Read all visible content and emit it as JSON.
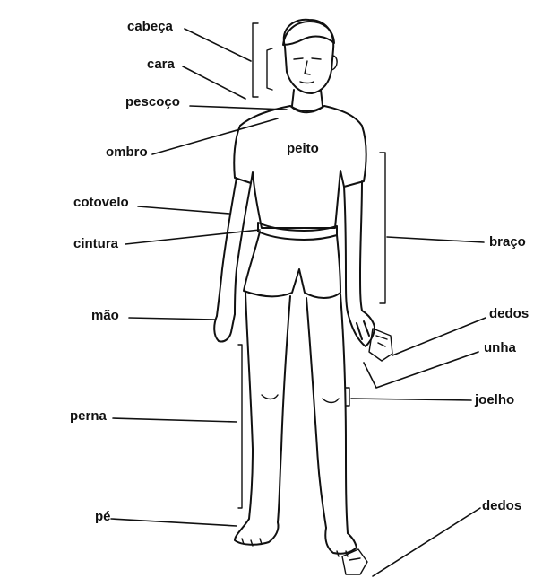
{
  "labels": {
    "cabeca": "cabeça",
    "cara": "cara",
    "pescoco": "pescoço",
    "ombro": "ombro",
    "peito": "peito",
    "cotovelo": "cotovelo",
    "cintura": "cintura",
    "braco": "braço",
    "mao": "mão",
    "dedos_mao": "dedos",
    "unha": "unha",
    "joelho": "joelho",
    "perna": "perna",
    "pe": "pé",
    "dedos_pe": "dedos"
  },
  "colors": {
    "ink": "#111111",
    "background": "#ffffff"
  }
}
